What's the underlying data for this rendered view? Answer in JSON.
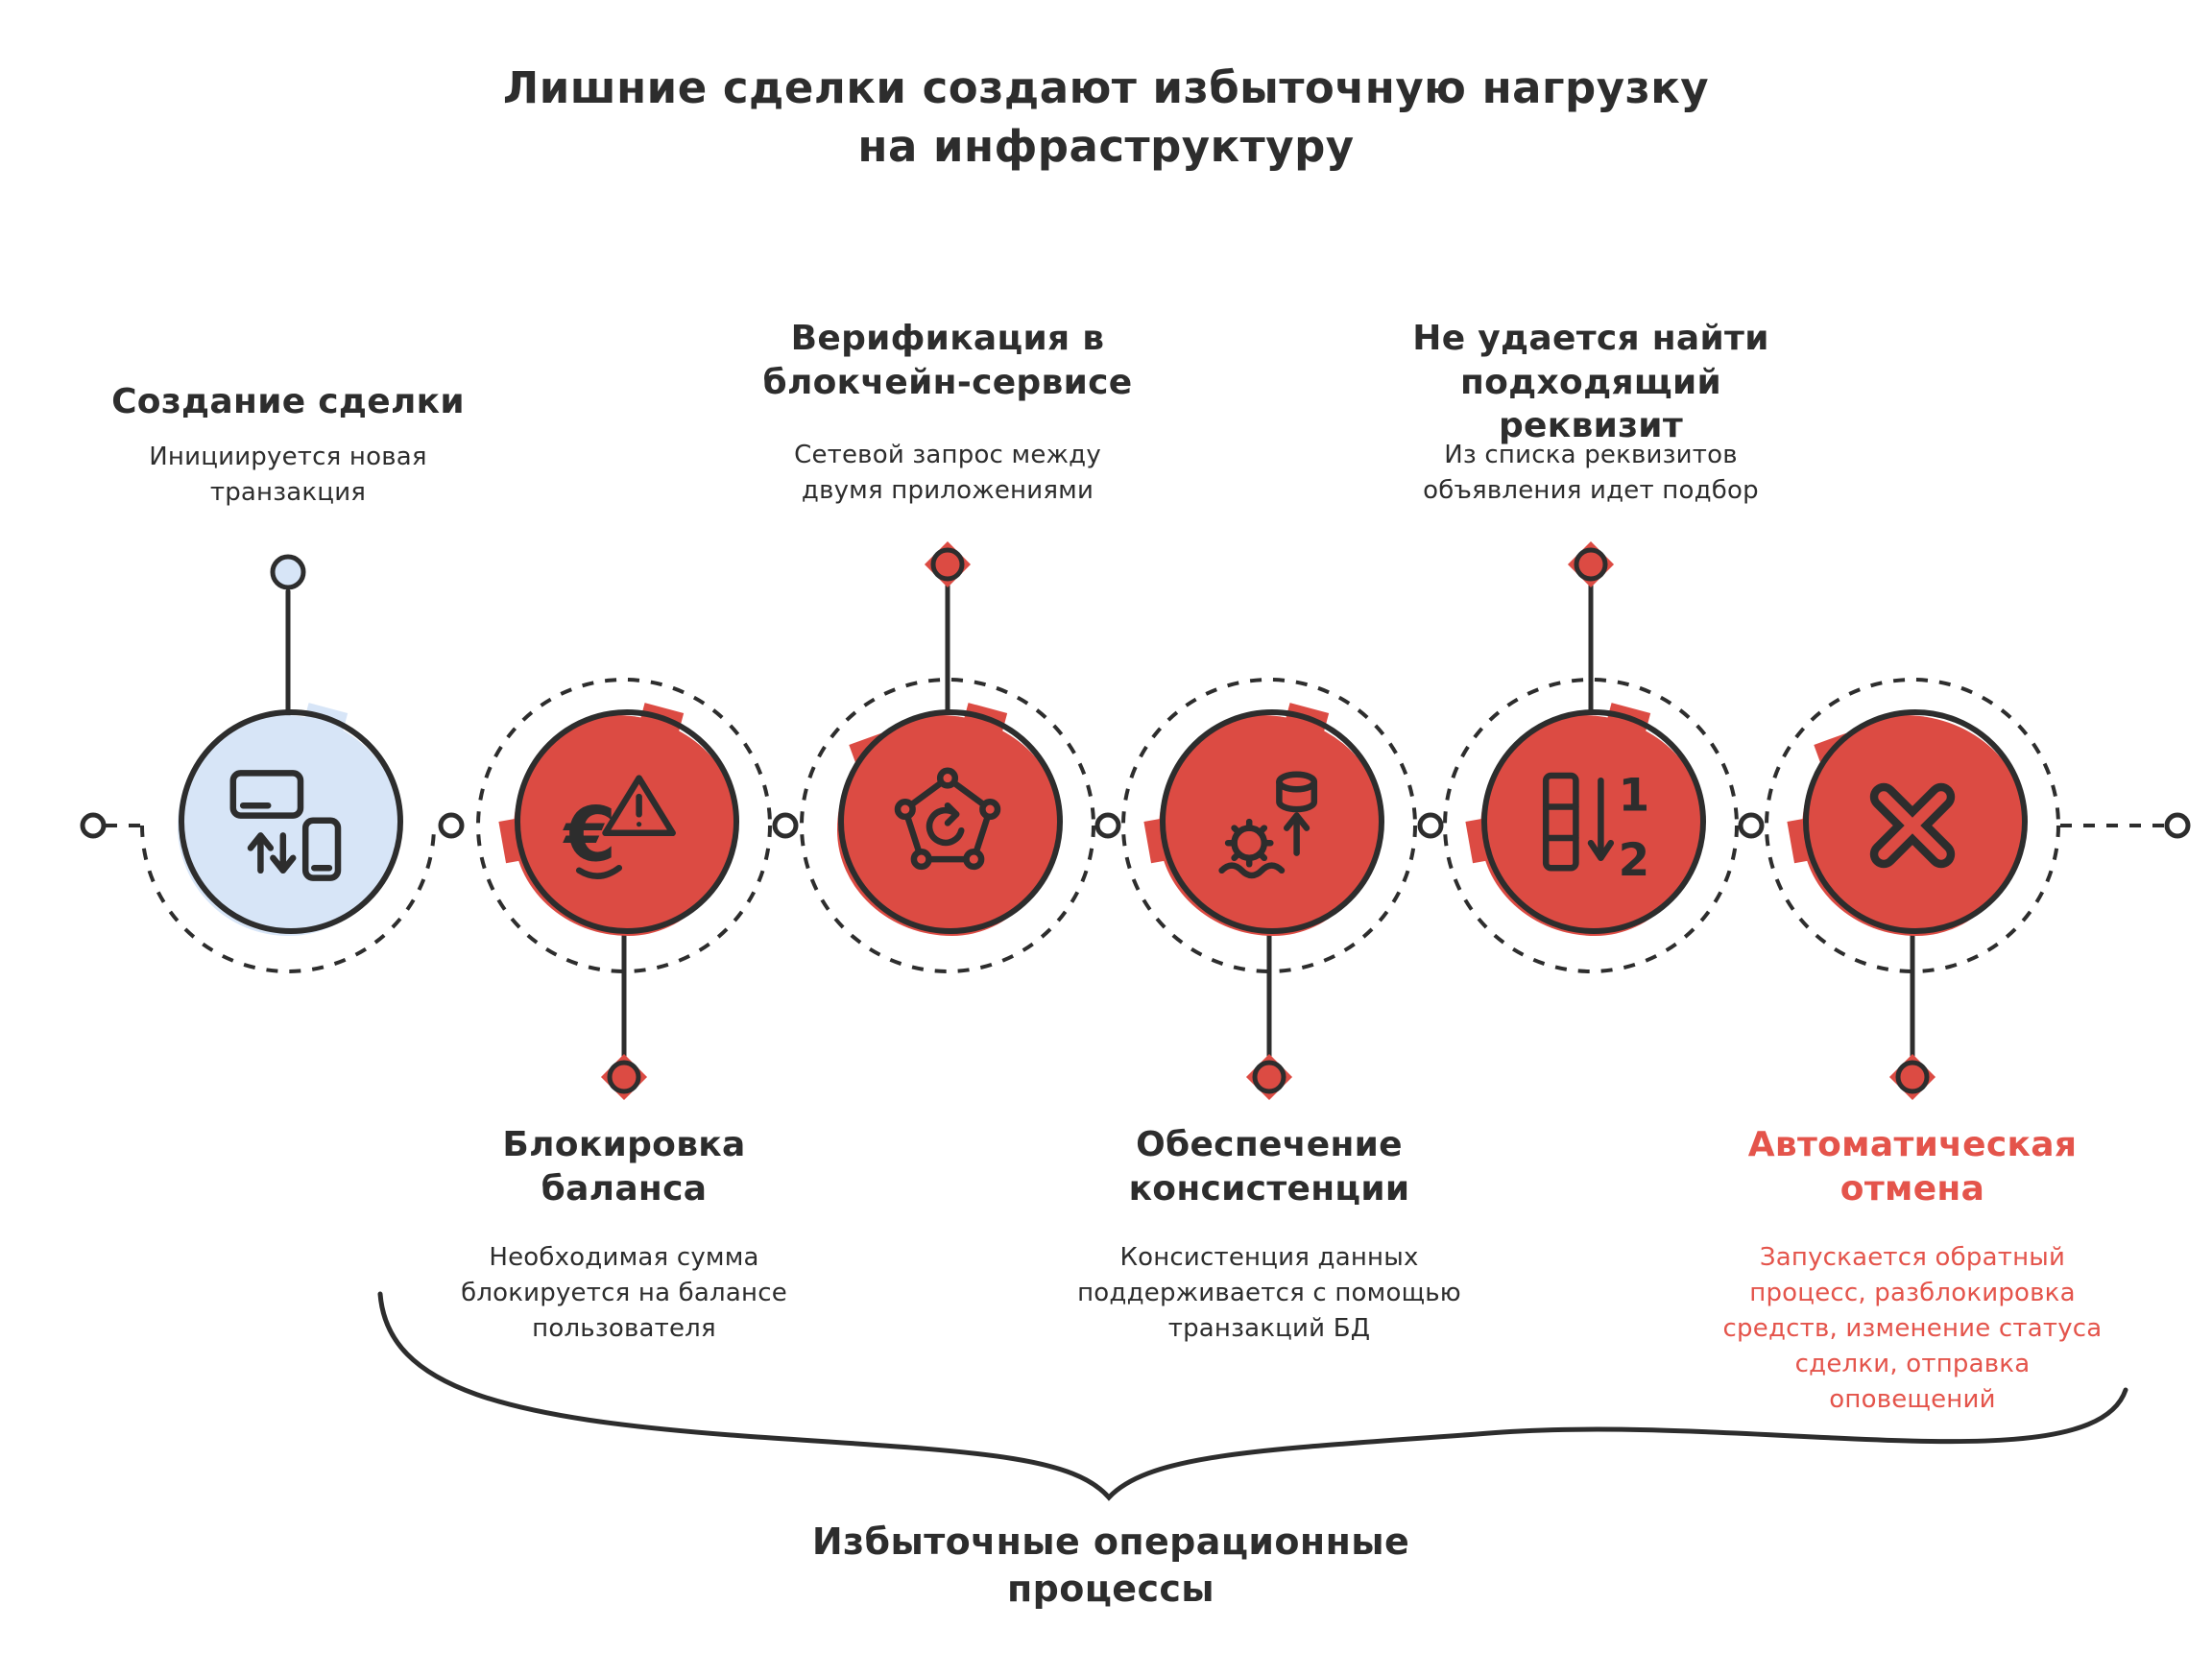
{
  "title": "Лишние сделки создают избыточную нагрузку на инфраструктуру",
  "steps": [
    {
      "id": "deal-creation",
      "title": "Создание сделки",
      "desc": "Инициируется новая транзакция"
    },
    {
      "id": "balance-lock",
      "title": "Блокировка баланса",
      "desc": "Необходимая сумма блокируется на балансе пользователя"
    },
    {
      "id": "blockchain-verification",
      "title": "Верификация в блокчейн-сервисе",
      "desc": "Сетевой запрос между двумя приложениями"
    },
    {
      "id": "consistency",
      "title": "Обеспечение консистенции",
      "desc": "Консистенция данных поддерживается с помощью транзакций БД"
    },
    {
      "id": "no-requisite-found",
      "title": "Не удается найти подходящий реквизит",
      "desc": "Из списка реквизитов объявления идет подбор"
    },
    {
      "id": "auto-cancel",
      "title": "Автоматическая отмена",
      "desc": "Запускается обратный процесс, разблокировка средств, изменение статуса сделки, отправка оповещений"
    }
  ],
  "bottom_label": "Избыточные операционные процессы",
  "icons": {
    "euro_glyph": "€",
    "sort_one": "1",
    "sort_two": "2"
  },
  "colors": {
    "marker_red": "#dc4b43",
    "light_blue": "#d7e5f7",
    "ink_dark": "#2d2d2d",
    "red_text": "#e4544b",
    "background": "#ffffff"
  }
}
